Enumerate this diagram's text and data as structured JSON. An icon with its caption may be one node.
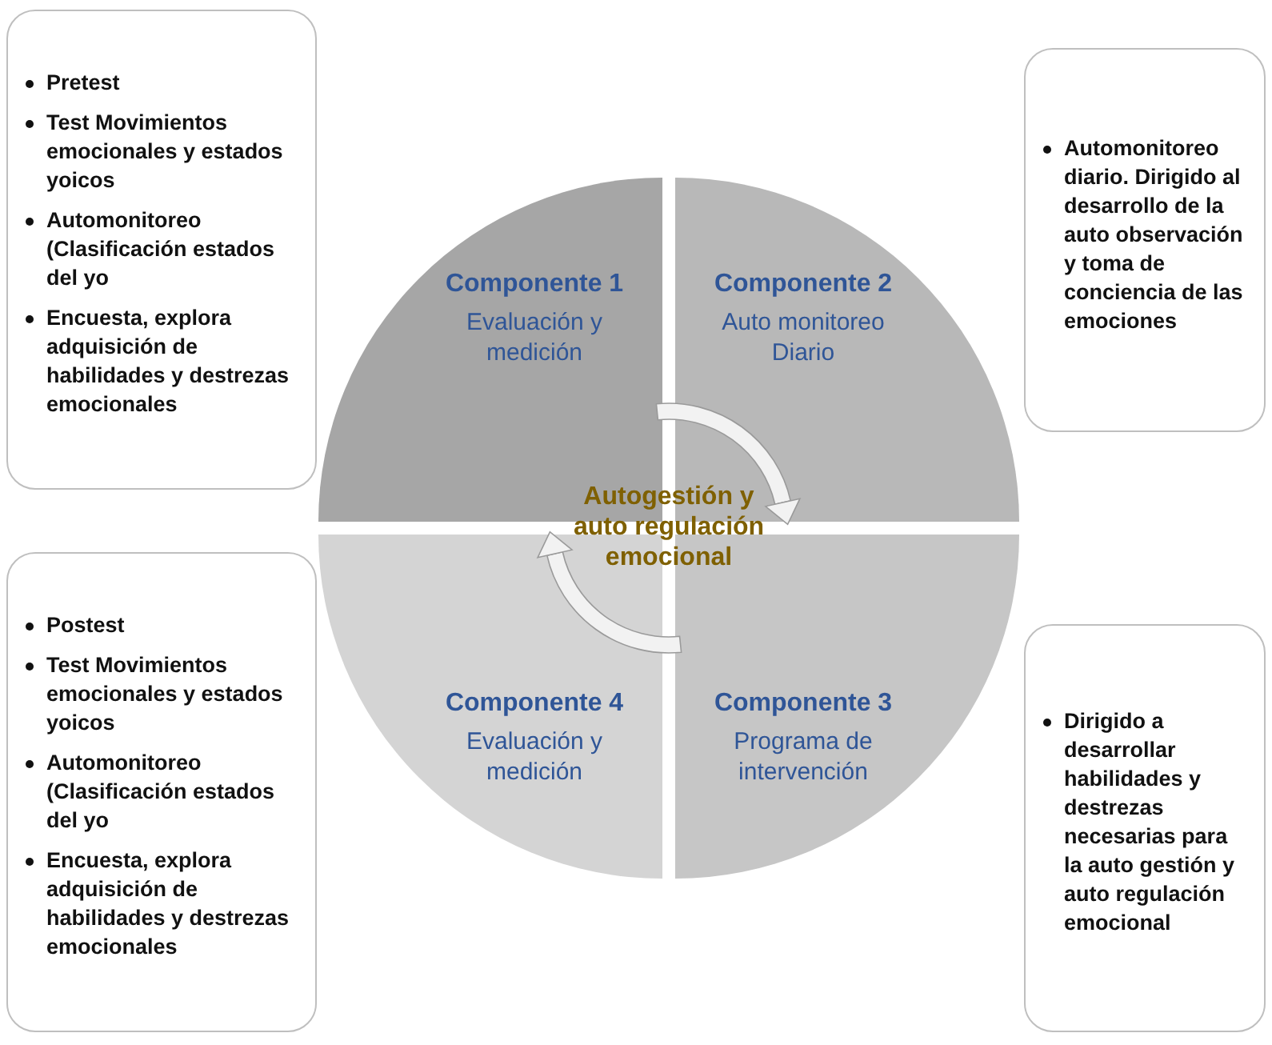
{
  "diagram": {
    "nodes": [
      {
        "text": [
          "Pretest",
          "Test Movimientos emocionales y estados yoicos",
          "Automonitoreo (Clasificación estados del yo",
          "Encuesta, explora adquisición de habilidades y destrezas emocionales"
        ]
      },
      {
        "text": [
          "Automonitoreo diario. Dirigido al desarrollo de la auto observación y toma de conciencia de las emociones"
        ]
      },
      {
        "text": [
          "Componente 1",
          "Evaluación y medición"
        ]
      },
      {
        "text": [
          "Componente 2",
          "Auto monitoreo Diario"
        ]
      },
      {
        "text": [
          "Componente 4",
          "Evaluación y medición"
        ]
      },
      {
        "text": [
          "Componente 3",
          "Programa de intervención"
        ]
      },
      {
        "text": [
          "Postest",
          "Test Movimientos emocionales y estados yoicos",
          "Automonitoreo (Clasificación estados del yo",
          "Encuesta, explora adquisición de habilidades y destrezas emocionales"
        ]
      },
      {
        "text": [
          "Dirigido a desarrollar habilidades y destrezas necesarias para la auto gestión y auto regulación emocional"
        ]
      }
    ],
    "labels": [
      "Autogestión y auto regulación emocional"
    ]
  }
}
